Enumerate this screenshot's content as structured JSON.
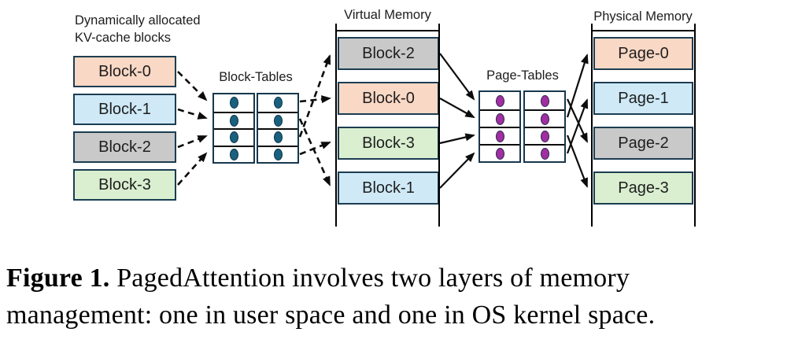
{
  "colors": {
    "peach": "#f9d8c5",
    "blue": "#cfe9f7",
    "gray": "#c9c9c9",
    "green": "#d9efd0",
    "box_border": "#1c3d52",
    "block_table_dot": "#1a617f",
    "page_table_dot": "#a12fa1",
    "arrow": "#0c0c0c"
  },
  "kv": {
    "caption": "Dynamically allocated\nKV-cache blocks",
    "blocks": [
      {
        "label": "Block-0",
        "color": "#f9d8c5"
      },
      {
        "label": "Block-1",
        "color": "#cfe9f7"
      },
      {
        "label": "Block-2",
        "color": "#c9c9c9"
      },
      {
        "label": "Block-3",
        "color": "#d9efd0"
      }
    ]
  },
  "block_table": {
    "title": "Block-Tables",
    "rows": 4,
    "cols": 2
  },
  "virtual_memory": {
    "title": "Virtual Memory",
    "slots": [
      {
        "label": "Block-2",
        "color": "#c9c9c9"
      },
      {
        "label": "Block-0",
        "color": "#f9d8c5"
      },
      {
        "label": "Block-3",
        "color": "#d9efd0"
      },
      {
        "label": "Block-1",
        "color": "#cfe9f7"
      }
    ]
  },
  "page_table": {
    "title": "Page-Tables",
    "rows": 4,
    "cols": 2
  },
  "physical_memory": {
    "title": "Physical Memory",
    "slots": [
      {
        "label": "Page-0",
        "color": "#f9d8c5"
      },
      {
        "label": "Page-1",
        "color": "#cfe9f7"
      },
      {
        "label": "Page-2",
        "color": "#c9c9c9"
      },
      {
        "label": "Page-3",
        "color": "#d9efd0"
      }
    ]
  },
  "connections": {
    "kv_to_block_table": [
      "Block-0 → row 1",
      "Block-1 → row 2",
      "Block-2 → row 3",
      "Block-3 → row 4"
    ],
    "block_table_to_virtual": [
      "row 1 → Block-0",
      "row 2 → Block-1",
      "row 3 → Block-2",
      "row 4 → Block-3"
    ],
    "virtual_to_page_table": [
      "Block-2 → row 1",
      "Block-0 → row 2",
      "Block-3 → row 3",
      "Block-1 → row 4"
    ],
    "page_table_to_physical": [
      "row 1 → Page-2",
      "row 2 → Page-0",
      "row 3 → Page-3",
      "row 4 → Page-1"
    ]
  },
  "figure_caption": {
    "prefix": "Figure 1.",
    "line1": "PagedAttention involves two layers of memory",
    "line2": "management: one in user space and one in OS kernel space."
  }
}
